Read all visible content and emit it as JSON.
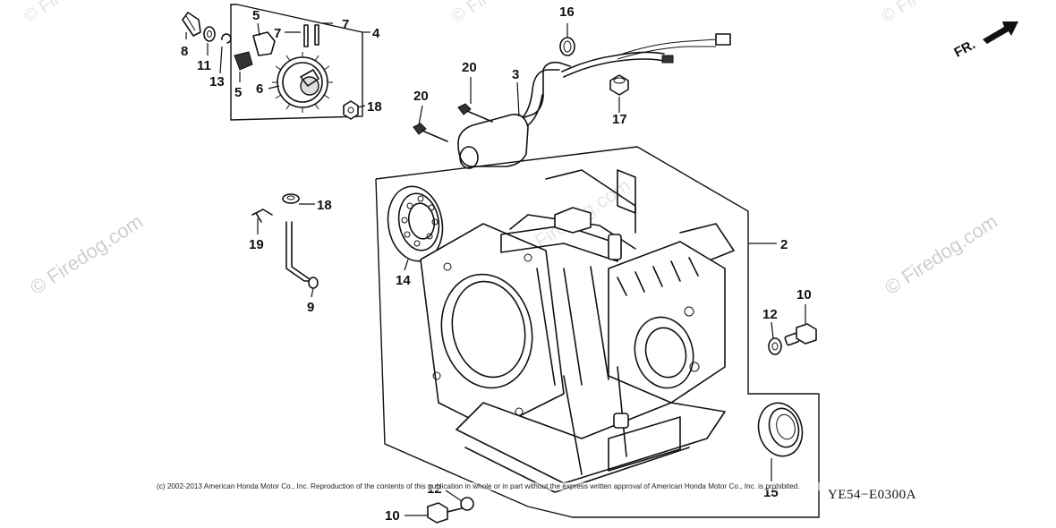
{
  "watermark": {
    "text": "© Firedog.com",
    "small": "© Fire"
  },
  "direction_indicator": {
    "label": "FR."
  },
  "parts": [
    {
      "id": "p8",
      "number": "8"
    },
    {
      "id": "p11",
      "number": "11"
    },
    {
      "id": "p13",
      "number": "13"
    },
    {
      "id": "p5a",
      "number": "5"
    },
    {
      "id": "p5b",
      "number": "5"
    },
    {
      "id": "p7a",
      "number": "7"
    },
    {
      "id": "p7b",
      "number": "7"
    },
    {
      "id": "p4",
      "number": "4"
    },
    {
      "id": "p6",
      "number": "6"
    },
    {
      "id": "p18a",
      "number": "18"
    },
    {
      "id": "p16",
      "number": "16"
    },
    {
      "id": "p20a",
      "number": "20"
    },
    {
      "id": "p3",
      "number": "3"
    },
    {
      "id": "p20b",
      "number": "20"
    },
    {
      "id": "p17",
      "number": "17"
    },
    {
      "id": "p18b",
      "number": "18"
    },
    {
      "id": "p19",
      "number": "19"
    },
    {
      "id": "p9",
      "number": "9"
    },
    {
      "id": "p14",
      "number": "14"
    },
    {
      "id": "p2",
      "number": "2"
    },
    {
      "id": "p10a",
      "number": "10"
    },
    {
      "id": "p12a",
      "number": "12"
    },
    {
      "id": "p15",
      "number": "15"
    },
    {
      "id": "p12b",
      "number": "12"
    },
    {
      "id": "p10b",
      "number": "10"
    }
  ],
  "footer": {
    "copyright": "(c) 2002-2013 American Honda Motor Co., Inc. Reproduction of the contents of this publication in whole or in part without the express written approval of American Honda Motor Co., Inc. is prohibited.",
    "diagram_code": "YE54−E0300A"
  }
}
